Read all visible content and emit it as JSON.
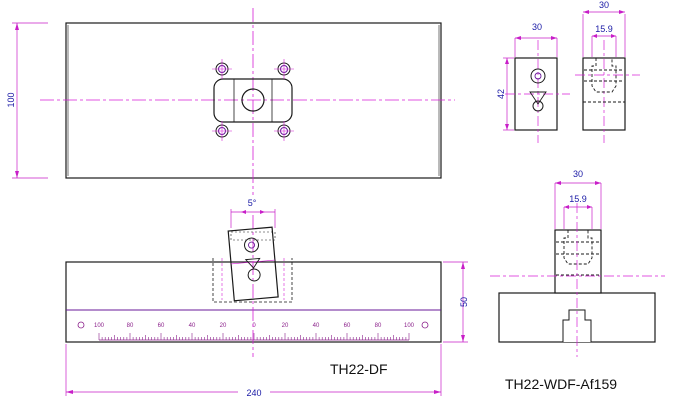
{
  "dimensions": {
    "height_100": "100",
    "width_240": "240",
    "height_50": "50",
    "height_42": "42",
    "angle": "5°",
    "width_30_a": "30",
    "width_30_b": "30",
    "width_30_c": "30",
    "width_15_9_a": "15.9",
    "width_15_9_b": "15.9"
  },
  "scale_labels": [
    "100",
    "80",
    "60",
    "40",
    "20",
    "0",
    "20",
    "40",
    "60",
    "80",
    "100"
  ],
  "titles": {
    "main": "TH22-DF",
    "part": "TH22-WDF-Af159"
  },
  "colors": {
    "outline": "#1a1a1a",
    "centerline": "#d61fd6",
    "dimension": "#c81ec8",
    "dimension_text": "#1a1aa6",
    "scale": "#8a1f8a"
  }
}
